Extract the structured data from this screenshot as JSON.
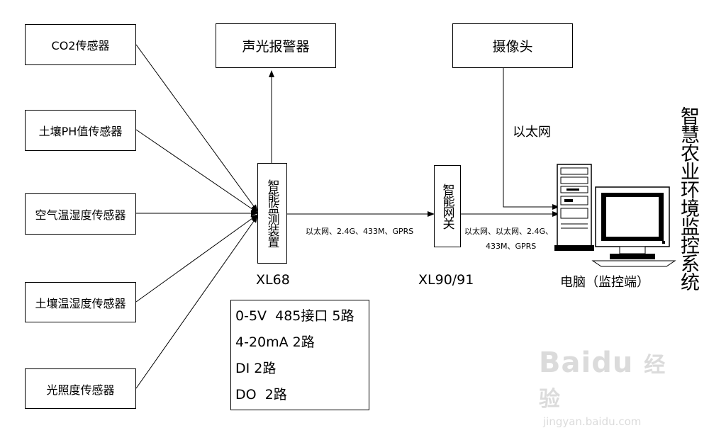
{
  "sensors": [
    {
      "label": "CO2传感器"
    },
    {
      "label": "土壤PH值传感器"
    },
    {
      "label": "空气温湿度传感器"
    },
    {
      "label": "土壤温湿度传感器"
    },
    {
      "label": "光照度传感器"
    }
  ],
  "alarm": {
    "label": "声光报警器"
  },
  "camera": {
    "label": "摄像头"
  },
  "device": {
    "label": "智能监测装置",
    "model": "XL68"
  },
  "gateway": {
    "label": "智能网关",
    "model": "XL90/91"
  },
  "computer": {
    "label": "电脑（监控端）"
  },
  "links": {
    "device_gateway": "以太网、2.4G、433M、GPRS",
    "gateway_pc_line1": "以太网、以太网、2.4G、",
    "gateway_pc_line2": "433M、GPRS",
    "camera_pc": "以太网"
  },
  "specs": [
    "0-5V  485接口 5路",
    "4-20mA 2路",
    "DI 2路",
    "DO  2路"
  ],
  "title": "智慧农业环境监控系统",
  "watermark": {
    "brand": "Baidu",
    "cn": "经验",
    "url": "jingyan.baidu.com"
  }
}
